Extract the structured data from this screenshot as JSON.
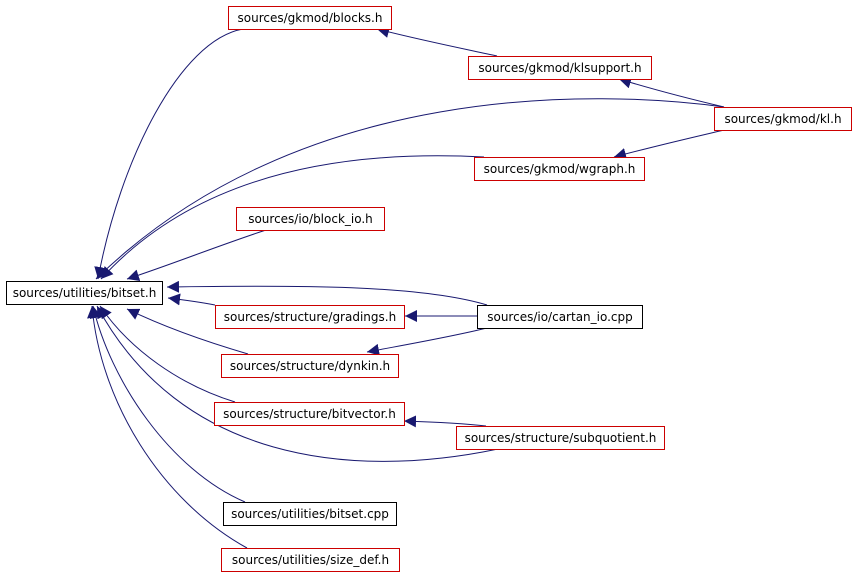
{
  "colors": {
    "edge": "#191970",
    "header_fill": "#000000",
    "header_text": "#ffffff",
    "red_border": "#cc0000",
    "black_border": "#000000"
  },
  "nodes": [
    {
      "id": "bitset_h",
      "label": "sources/utilities/bitset.h",
      "style": "header"
    },
    {
      "id": "blocks_h",
      "label": "sources/gkmod/blocks.h",
      "style": "red"
    },
    {
      "id": "klsupport_h",
      "label": "sources/gkmod/klsupport.h",
      "style": "red"
    },
    {
      "id": "kl_h",
      "label": "sources/gkmod/kl.h",
      "style": "red"
    },
    {
      "id": "wgraph_h",
      "label": "sources/gkmod/wgraph.h",
      "style": "red"
    },
    {
      "id": "block_io_h",
      "label": "sources/io/block_io.h",
      "style": "red"
    },
    {
      "id": "gradings_h",
      "label": "sources/structure/gradings.h",
      "style": "red"
    },
    {
      "id": "cartan_io_cpp",
      "label": "sources/io/cartan_io.cpp",
      "style": "black"
    },
    {
      "id": "dynkin_h",
      "label": "sources/structure/dynkin.h",
      "style": "red"
    },
    {
      "id": "bitvector_h",
      "label": "sources/structure/bitvector.h",
      "style": "red"
    },
    {
      "id": "subquotient_h",
      "label": "sources/structure/subquotient.h",
      "style": "red"
    },
    {
      "id": "bitset_cpp",
      "label": "sources/utilities/bitset.cpp",
      "style": "black"
    },
    {
      "id": "size_def_h",
      "label": "sources/utilities/size_def.h",
      "style": "red"
    }
  ],
  "edges": [
    {
      "from": "blocks_h",
      "to": "bitset_h"
    },
    {
      "from": "klsupport_h",
      "to": "blocks_h"
    },
    {
      "from": "kl_h",
      "to": "klsupport_h"
    },
    {
      "from": "kl_h",
      "to": "bitset_h"
    },
    {
      "from": "kl_h",
      "to": "wgraph_h"
    },
    {
      "from": "wgraph_h",
      "to": "bitset_h"
    },
    {
      "from": "block_io_h",
      "to": "bitset_h"
    },
    {
      "from": "cartan_io_cpp",
      "to": "bitset_h"
    },
    {
      "from": "gradings_h",
      "to": "bitset_h"
    },
    {
      "from": "cartan_io_cpp",
      "to": "gradings_h"
    },
    {
      "from": "dynkin_h",
      "to": "bitset_h"
    },
    {
      "from": "cartan_io_cpp",
      "to": "dynkin_h"
    },
    {
      "from": "bitvector_h",
      "to": "bitset_h"
    },
    {
      "from": "subquotient_h",
      "to": "bitvector_h"
    },
    {
      "from": "subquotient_h",
      "to": "bitset_h"
    },
    {
      "from": "bitset_cpp",
      "to": "bitset_h"
    },
    {
      "from": "size_def_h",
      "to": "bitset_h"
    }
  ]
}
